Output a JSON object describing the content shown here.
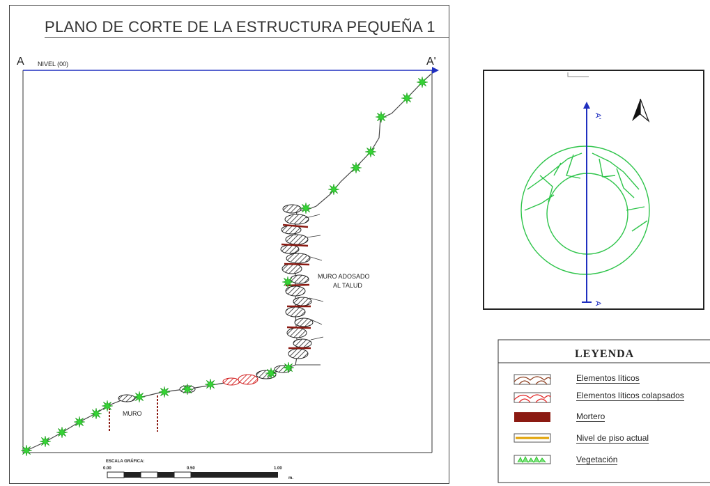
{
  "section": {
    "title": "PLANO DE CORTE DE LA ESTRUCTURA PEQUEÑA 1",
    "label_a": "A",
    "label_a_prime": "A'",
    "nivel_label": "NIVEL (00)",
    "muro_label": "MURO",
    "muro_adosado_line1": "MURO ADOSADO",
    "muro_adosado_line2": "AL TALUD",
    "scale": {
      "title": "ESCALA GRÁFICA:",
      "tick_0": "0.00",
      "tick_1": "0.50",
      "tick_2": "1.00",
      "unit": "m."
    }
  },
  "plan": {
    "cut_label_top": "A'",
    "cut_label_bottom": "A",
    "north_icon": "north-arrow-icon"
  },
  "legend": {
    "title": "LEYENDA",
    "items": [
      {
        "label": "Elementos líticos",
        "swatch": "lithic",
        "color": "#8b3a1a"
      },
      {
        "label": "Elementos líticos colapsados",
        "swatch": "collapsed",
        "color": "#e02020"
      },
      {
        "label": "Mortero",
        "swatch": "mortar",
        "color": "#8b1a12"
      },
      {
        "label": "Nivel de piso actual",
        "swatch": "floor",
        "color": "#e0a000"
      },
      {
        "label": "Vegetación",
        "swatch": "vegetation",
        "color": "#2ec82e"
      }
    ]
  },
  "colors": {
    "level_line": "#1f2fbf",
    "vegetation": "#35d435",
    "plan_structure": "#2ec44a",
    "mortar": "#8b1a12"
  }
}
